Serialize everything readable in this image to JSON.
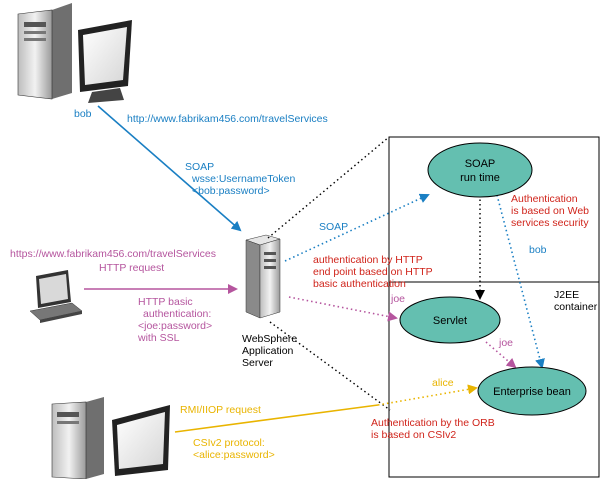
{
  "colors": {
    "blue": "#1a7fc3",
    "magenta": "#b5559e",
    "gold": "#e9b400",
    "red": "#d0241b",
    "black": "#000000",
    "node_fill": "#64bfb0"
  },
  "clients": {
    "bob_label": "bob",
    "bob_url": "http://www.fabrikam456.com/travelServices",
    "joe_url": "https://www.fabrikam456.com/travelServices",
    "http_request": "HTTP request",
    "http_basic": [
      "HTTP basic",
      "authentication:",
      "<joe:password>",
      "with SSL"
    ],
    "rmi_request": "RMI/IIOP request",
    "csiv2": [
      "CSIv2 protocol:",
      "<alice:password>"
    ]
  },
  "soap_msg": [
    "SOAP",
    "wsse:UsernameToken",
    "<bob:password>"
  ],
  "server": {
    "name": [
      "WebSphere",
      "Application",
      "Server"
    ]
  },
  "container": {
    "soap_runtime": [
      "SOAP",
      "run time"
    ],
    "servlet": "Servlet",
    "ejb": "Enterprise bean",
    "j2ee_label": [
      "J2EE",
      "container"
    ]
  },
  "flows": {
    "soap": "SOAP",
    "joe": "joe",
    "joe2": "joe",
    "alice": "alice",
    "bob": "bob"
  },
  "notes": {
    "web_services": [
      "Authentication",
      "is based on Web",
      "services security"
    ],
    "http_auth": [
      "authentication by HTTP",
      "end point based on HTTP",
      "basic authentication"
    ],
    "orb": [
      "Authentication by the ORB",
      "is based on CSIv2"
    ]
  }
}
